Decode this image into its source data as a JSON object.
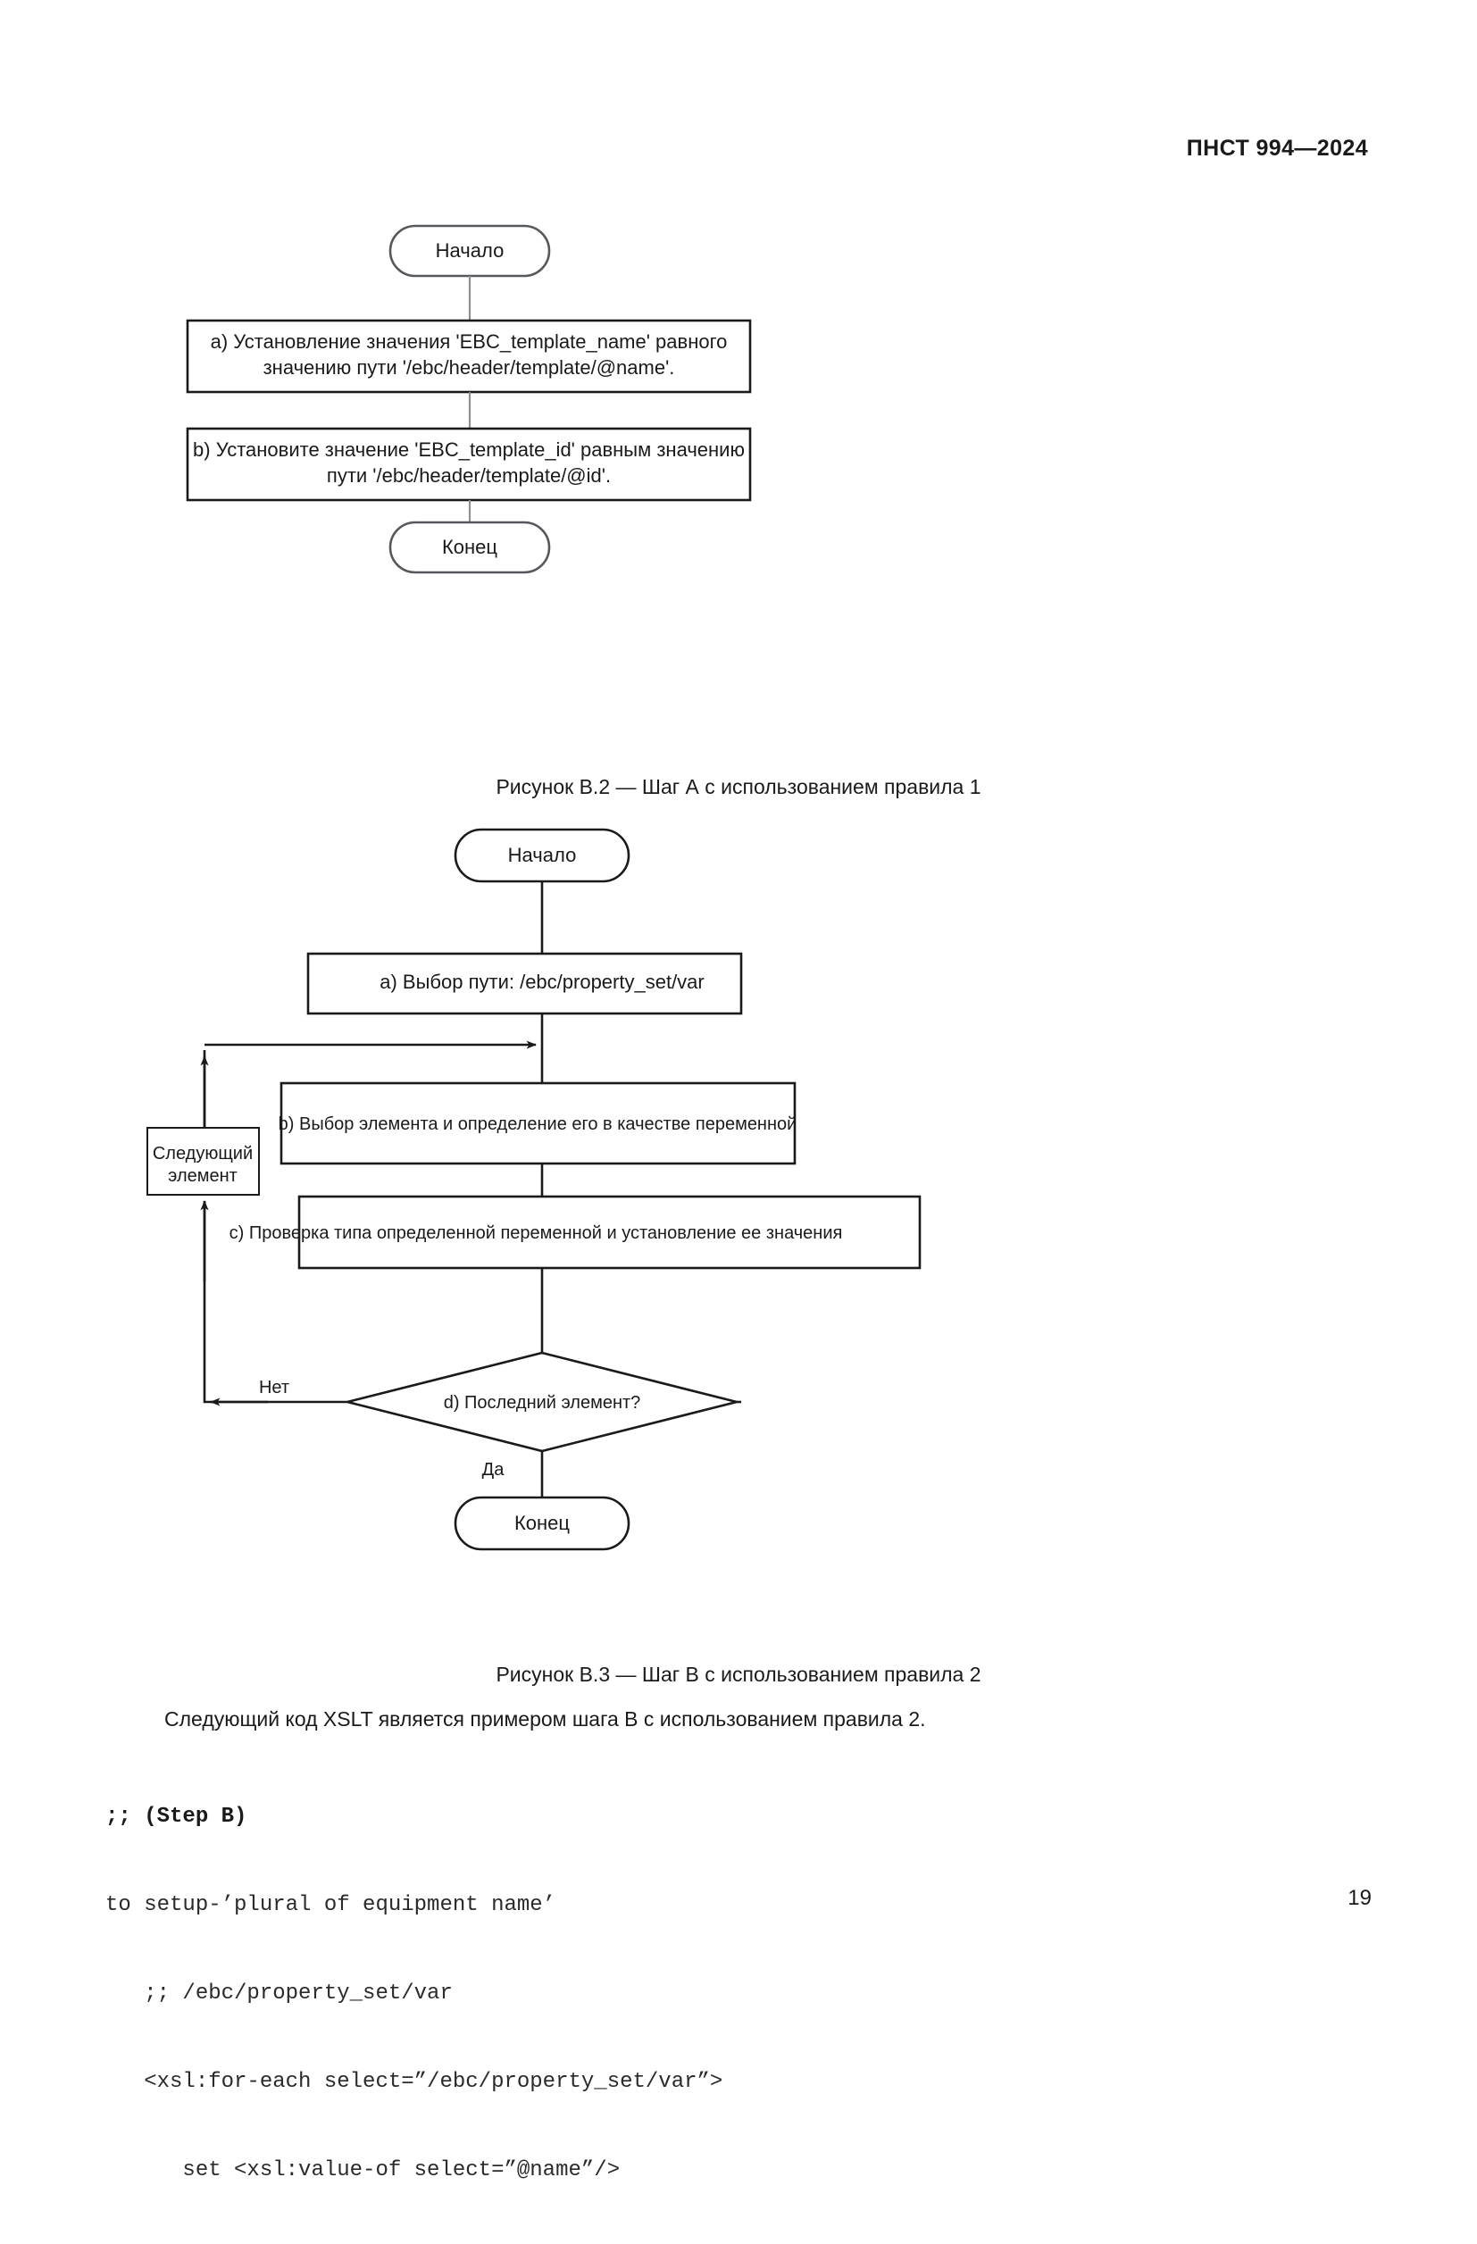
{
  "header": {
    "standard_id": "ПНСТ 994—2024"
  },
  "figures": [
    {
      "id": "B.2",
      "caption": "Рисунок В.2 — Шаг А с использованием правила 1",
      "nodes": {
        "start": "Начало",
        "step_a_line1": "a) Установление значения 'EBC_template_name' равного",
        "step_a_line2": "значению пути '/ebc/header/template/@name'.",
        "step_b_line1": "b) Установите значение 'EBC_template_id' равным значению",
        "step_b_line2": "пути '/ebc/header/template/@id'.",
        "end": "Конец"
      }
    },
    {
      "id": "B.3",
      "caption": "Рисунок В.3 — Шаг В с использованием правила 2",
      "nodes": {
        "start": "Начало",
        "step_a": "a) Выбор пути: /ebc/property_set/var",
        "step_b": "b) Выбор элемента и определение его в качестве переменной",
        "step_c": "c) Проверка типа определенной переменной и установление ее значения",
        "decision_d": "d) Последний элемент?",
        "next_element_line1": "Следующий",
        "next_element_line2": "элемент",
        "label_no": "Нет",
        "label_yes": "Да",
        "end": "Конец"
      }
    }
  ],
  "body": {
    "paragraph": "Следующий код XSLT является примером шага B с использованием правила 2."
  },
  "code": {
    "lines": [
      ";; (Step B)",
      "to setup-’plural of equipment name’",
      "   ;; /ebc/property_set/var",
      "   <xsl:for-each select=”/ebc/property_set/var”>",
      "      set <xsl:value-of select=”@name”/>"
    ]
  },
  "footer": {
    "page_number": "19"
  }
}
